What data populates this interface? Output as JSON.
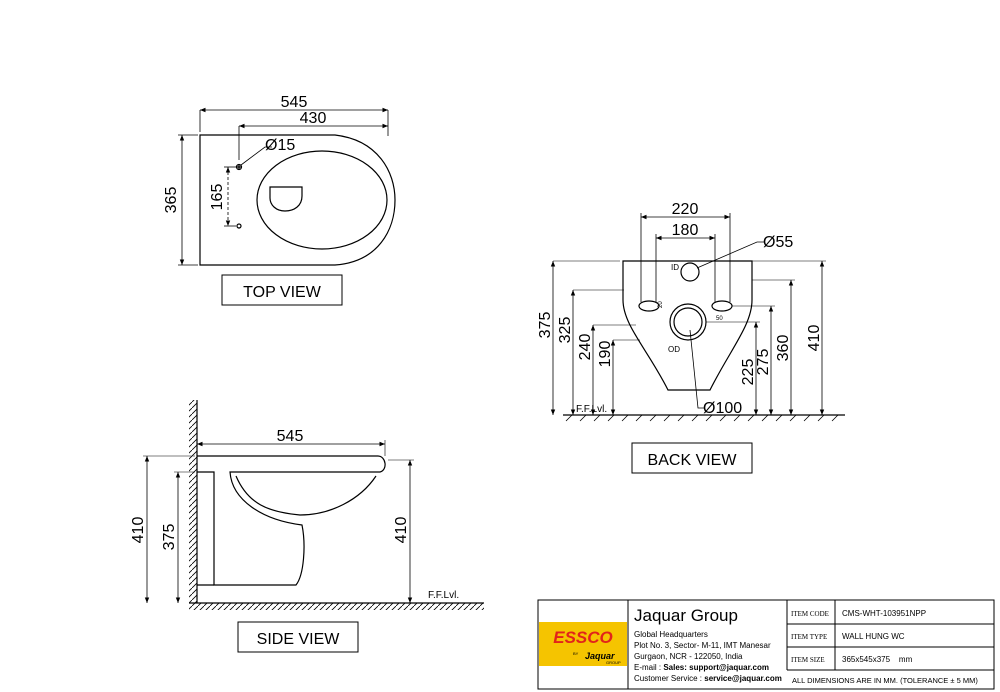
{
  "views": {
    "top": {
      "label": "TOP VIEW",
      "dims": {
        "length": "545",
        "hole_span": "430",
        "hole_dia": "Ø15",
        "width": "365",
        "hole_gap": "165"
      }
    },
    "back": {
      "label": "BACK VIEW",
      "dims": {
        "span_outer": "220",
        "span_inner": "180",
        "inlet_dia": "Ø55",
        "outlet_dia": "Ø100",
        "h375": "375",
        "h325": "325",
        "h240": "240",
        "h190": "190",
        "h225": "225",
        "h275": "275",
        "h360": "360",
        "h410": "410",
        "id": "ID",
        "od": "OD",
        "small_left": "20",
        "small_right": "50",
        "floor": "F.F.Lvl."
      }
    },
    "side": {
      "label": "SIDE VIEW",
      "dims": {
        "length": "545",
        "h410_left": "410",
        "h375": "375",
        "h410_right": "410",
        "floor": "F.F.Lvl."
      }
    }
  },
  "title_block": {
    "company": "Jaquar Group",
    "address_lines": [
      "Global Headquarters",
      "Plot No. 3, Sector- M-11, IMT Manesar",
      "Gurgaon, NCR - 122050, India"
    ],
    "email_label": "E-mail : ",
    "email_value": "Sales: support@jaquar.com",
    "service_label": "Customer Service : ",
    "service_value": "service@jaquar.com",
    "logo": {
      "brand": "ESSCO",
      "by": "BY",
      "group_brand": "Jaquar",
      "group_word": "GROUP",
      "accent": "#f5c400",
      "brand_color": "#e2231a"
    },
    "fields": [
      {
        "key": "ITEM CODE",
        "value": "CMS-WHT-103951NPP"
      },
      {
        "key": "ITEM TYPE",
        "value": "WALL HUNG WC"
      },
      {
        "key": "ITEM SIZE",
        "value": "365x545x375    mm"
      }
    ],
    "note": "ALL DIMENSIONS ARE IN MM. (TOLERANCE ± 5 MM)"
  }
}
